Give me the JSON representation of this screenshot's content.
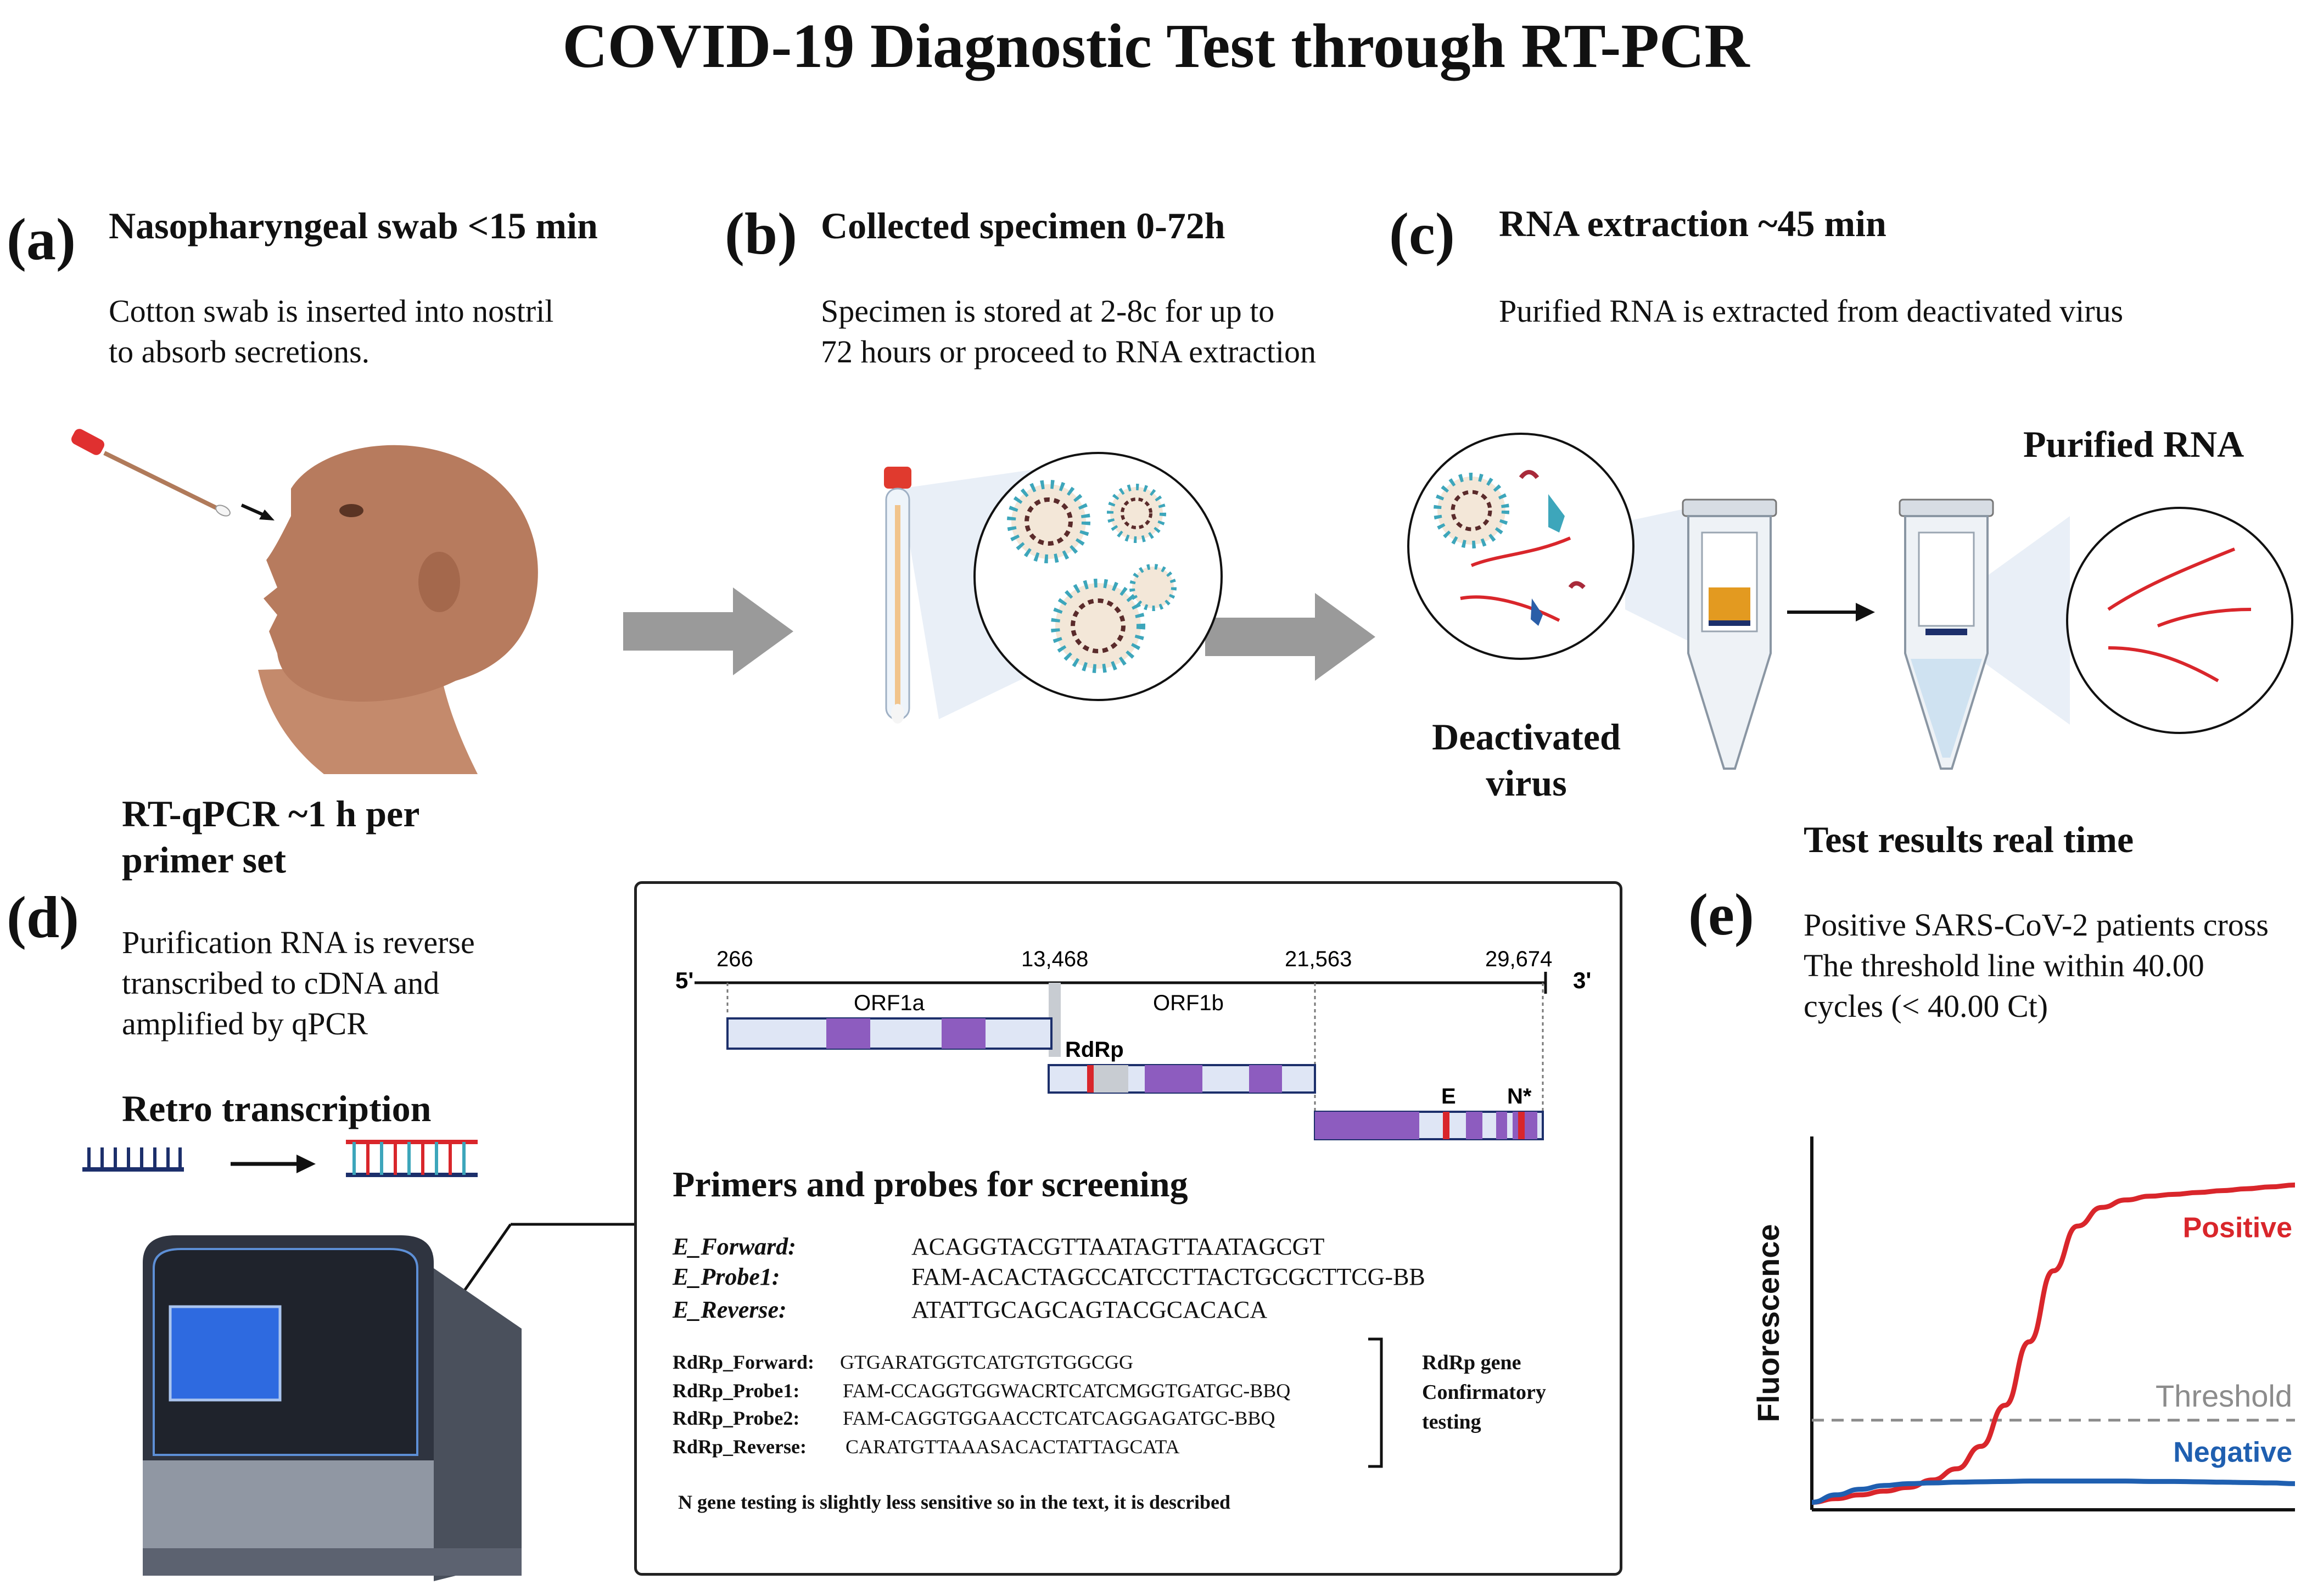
{
  "title": "COVID-19 Diagnostic Test through RT-PCR",
  "panel_a": {
    "letter": "(a)",
    "heading": "Nasopharyngeal swab <15 min",
    "text_line1": "Cotton swab is inserted into nostril",
    "text_line2": "to absorb secretions."
  },
  "panel_b": {
    "letter": "(b)",
    "heading": "Collected specimen 0-72h",
    "text_line1": "Specimen is stored at 2-8c for up to",
    "text_line2": "72 hours or proceed to RNA extraction"
  },
  "panel_c": {
    "letter": "(c)",
    "heading": "RNA extraction ~45 min",
    "text_line1": "Purified RNA is extracted from deactivated virus",
    "label_deactivated_1": "Deactivated",
    "label_deactivated_2": "virus",
    "label_purified": "Purified RNA"
  },
  "panel_d": {
    "letter": "(d)",
    "heading_line1": "RT-qPCR ~1 h per",
    "heading_line2": "primer set",
    "text_line1": "Purification RNA is reverse",
    "text_line2": "transcribed to cDNA and",
    "text_line3": "amplified by qPCR",
    "retro_label": "Retro transcription"
  },
  "genome": {
    "five_prime": "5'",
    "three_prime": "3'",
    "pos_266": "266",
    "pos_13468": "13,468",
    "pos_21563": "21,563",
    "pos_29674": "29,674",
    "orf1a": "ORF1a",
    "orf1b": "ORF1b",
    "rdrp": "RdRp",
    "e": "E",
    "n": "N*"
  },
  "primers": {
    "heading": "Primers and probes for screening",
    "e_forward_key": "E_Forward:",
    "e_forward_val": "ACAGGTACGTTAATAGTTAATAGCGT",
    "e_probe1_key": "E_Probe1:",
    "e_probe1_val": "FAM-ACACTAGCCATCCTTACTGCGCTTCG-BB",
    "e_reverse_key": "E_Reverse:",
    "e_reverse_val": "ATATTGCAGCAGTACGCACACA",
    "rdrp_forward_key": "RdRp_Forward:",
    "rdrp_forward_val": "GTGARATGGTCATGTGTGGCGG",
    "rdrp_probe1_key": "RdRp_Probe1:",
    "rdrp_probe1_val": "FAM-CCAGGTGGWACRTCATCMGGTGATGC-BBQ",
    "rdrp_probe2_key": "RdRp_Probe2:",
    "rdrp_probe2_val": "FAM-CAGGTGGAACCTCATCAGGAGATGC-BBQ",
    "rdrp_reverse_key": "RdRp_Reverse:",
    "rdrp_reverse_val": "CARATGTTAAASACACTATTAGCATA",
    "bracket_line1": "RdRp gene",
    "bracket_line2": "Confirmatory",
    "bracket_line3": "testing",
    "footnote": "N gene testing is slightly less sensitive so in the text, it is described"
  },
  "panel_e": {
    "letter": "(e)",
    "heading": "Test results real time",
    "text_line1": "Positive SARS-CoV-2 patients cross",
    "text_line2": "The threshold line within 40.00",
    "text_line3": "cycles (< 40.00 Ct)"
  },
  "chart_data": {
    "type": "line",
    "ylabel": "Fluorescence",
    "xlabel": "",
    "title": "",
    "x": [
      0,
      1,
      2,
      3,
      4,
      5,
      6,
      7,
      8,
      9,
      10,
      11,
      12,
      13,
      14,
      15,
      16,
      17,
      18,
      19,
      20
    ],
    "series": [
      {
        "name": "Positive",
        "values": [
          0.02,
          0.03,
          0.04,
          0.05,
          0.06,
          0.08,
          0.11,
          0.17,
          0.28,
          0.45,
          0.64,
          0.76,
          0.81,
          0.83,
          0.84,
          0.845,
          0.85,
          0.855,
          0.86,
          0.865,
          0.87
        ]
      },
      {
        "name": "Negative",
        "values": [
          0.02,
          0.04,
          0.055,
          0.065,
          0.07,
          0.072,
          0.074,
          0.075,
          0.076,
          0.077,
          0.077,
          0.077,
          0.077,
          0.077,
          0.076,
          0.076,
          0.075,
          0.074,
          0.073,
          0.072,
          0.07
        ]
      }
    ],
    "threshold": {
      "label": "Threshold",
      "value": 0.24
    },
    "ylim": [
      0,
      1
    ],
    "grid": false,
    "colors": {
      "Positive": "#d9262b",
      "Negative": "#1f5fb0",
      "Threshold": "#8c8c8c"
    }
  }
}
